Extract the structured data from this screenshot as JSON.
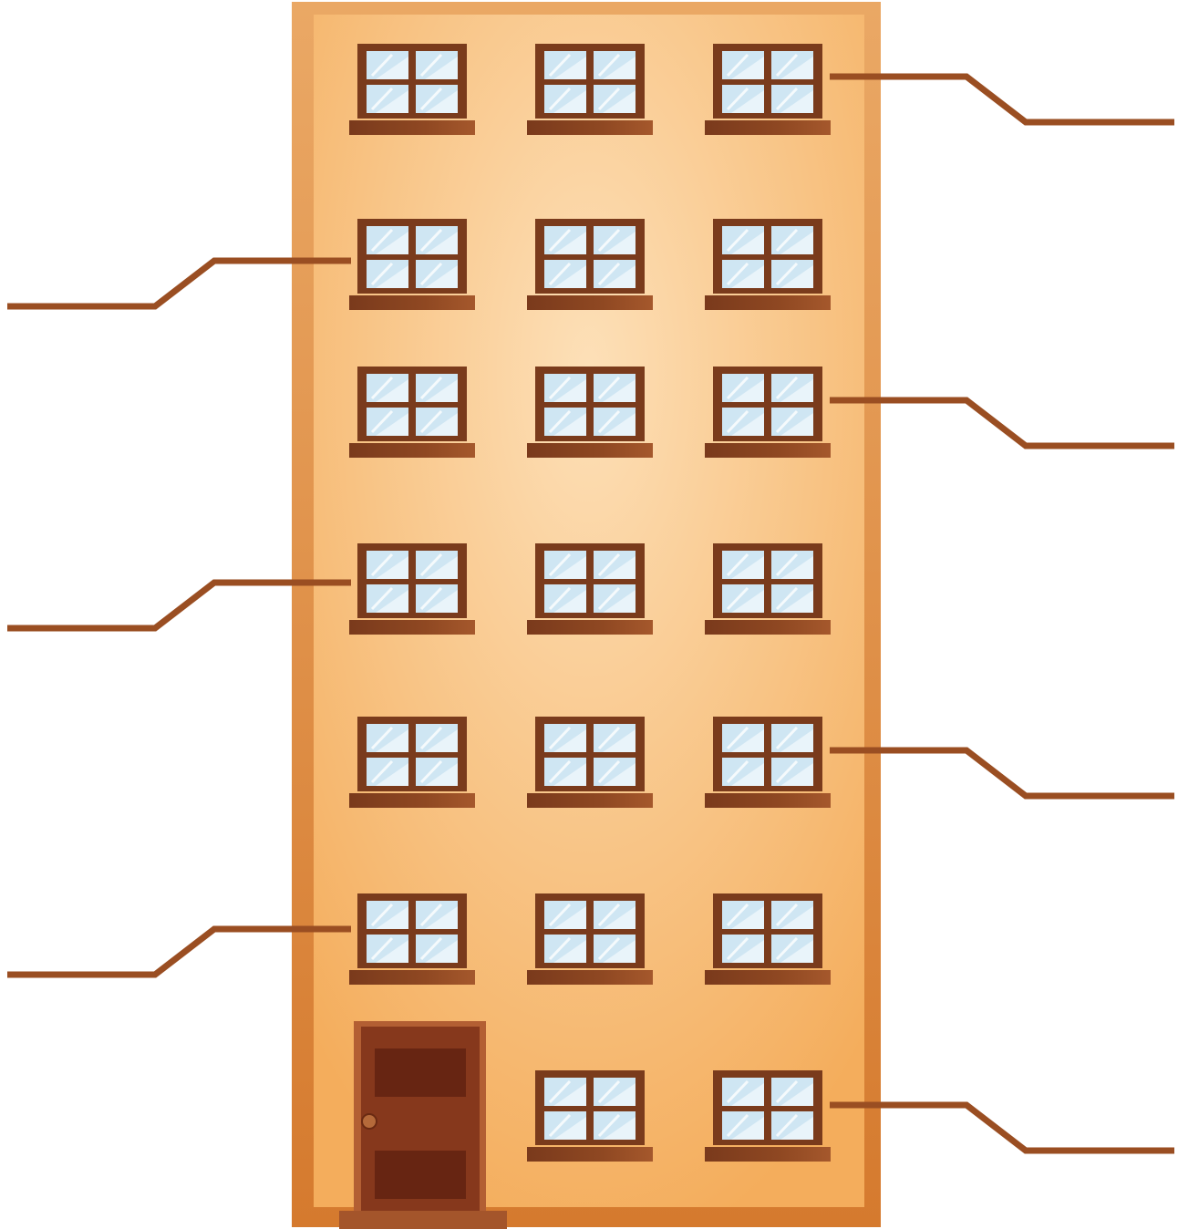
{
  "colors": {
    "building_outer": "#e8a15f",
    "building_inner_light": "#fde0b8",
    "building_inner_dark": "#f4b062",
    "window_frame": "#7a3b1c",
    "window_sill": "#8a4420",
    "glass": "#cfe6f3",
    "glass_highlight": "#ffffff",
    "door": "#86381c",
    "door_panel": "#672512",
    "door_step": "#a4552b",
    "leader_line": "#9a4e22"
  },
  "building": {
    "floors": 7,
    "windows_per_floor": 3,
    "has_door": true
  },
  "callouts": {
    "left": [
      {
        "id": "left-callout-floor-2",
        "label": ""
      },
      {
        "id": "left-callout-floor-4",
        "label": ""
      },
      {
        "id": "left-callout-floor-6",
        "label": ""
      }
    ],
    "right": [
      {
        "id": "right-callout-floor-1",
        "label": ""
      },
      {
        "id": "right-callout-floor-3",
        "label": ""
      },
      {
        "id": "right-callout-floor-5",
        "label": ""
      },
      {
        "id": "right-callout-floor-7",
        "label": ""
      }
    ]
  }
}
